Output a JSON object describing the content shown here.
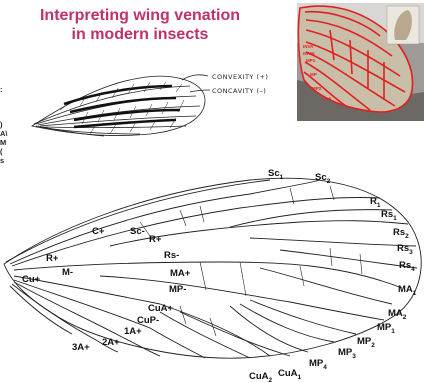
{
  "title": {
    "line1": "Interpreting wing venation",
    "line2": "in modern insects"
  },
  "clipped_left_text": [
    ":",
    ")",
    "A\\",
    "M",
    "(",
    "s"
  ],
  "sketch_legend": {
    "convexity": "CONVEXITY (+)",
    "concavity": "CONCAVITY (–)"
  },
  "colors": {
    "title": "#c0306a",
    "photo_overlay": "#e02020",
    "ink": "#111111"
  },
  "vein_labels": [
    {
      "id": "sc1",
      "base": "Sc",
      "sub": "1"
    },
    {
      "id": "sc2",
      "base": "Sc",
      "sub": "2"
    },
    {
      "id": "r1",
      "base": "R",
      "sub": "1"
    },
    {
      "id": "rs1",
      "base": "Rs",
      "sub": "1"
    },
    {
      "id": "rs2",
      "base": "Rs",
      "sub": "2"
    },
    {
      "id": "rs3",
      "base": "Rs",
      "sub": "3"
    },
    {
      "id": "rs4",
      "base": "Rs",
      "sub": "4"
    },
    {
      "id": "ma1",
      "base": "MA",
      "sub": "1"
    },
    {
      "id": "ma2",
      "base": "MA",
      "sub": "2"
    },
    {
      "id": "mp1",
      "base": "MP",
      "sub": "1"
    },
    {
      "id": "mp2",
      "base": "MP",
      "sub": "2"
    },
    {
      "id": "mp3",
      "base": "MP",
      "sub": "3"
    },
    {
      "id": "mp4",
      "base": "MP",
      "sub": "4"
    },
    {
      "id": "cua1",
      "base": "CuA",
      "sub": "1"
    },
    {
      "id": "cua2",
      "base": "CuA",
      "sub": "2"
    },
    {
      "id": "cplus",
      "base": "C+",
      "sub": ""
    },
    {
      "id": "scminus",
      "base": "Sc-",
      "sub": ""
    },
    {
      "id": "rplus2",
      "base": "R+",
      "sub": ""
    },
    {
      "id": "rplus",
      "base": "R+",
      "sub": ""
    },
    {
      "id": "rsminus",
      "base": "Rs-",
      "sub": ""
    },
    {
      "id": "mminus",
      "base": "M-",
      "sub": ""
    },
    {
      "id": "maplus",
      "base": "MA+",
      "sub": ""
    },
    {
      "id": "mpminus",
      "base": "MP-",
      "sub": ""
    },
    {
      "id": "cuplus",
      "base": "Cu+",
      "sub": ""
    },
    {
      "id": "cuaplus",
      "base": "CuA+",
      "sub": ""
    },
    {
      "id": "cupminus",
      "base": "CuP-",
      "sub": ""
    },
    {
      "id": "a1plus",
      "base": "1A+",
      "sub": ""
    },
    {
      "id": "a2plus",
      "base": "2A+",
      "sub": ""
    },
    {
      "id": "a3plus",
      "base": "3A+",
      "sub": ""
    }
  ],
  "photo_labels": [
    "INVA",
    "MAIN",
    "MP1",
    "MP",
    "MP2",
    "CuA"
  ]
}
